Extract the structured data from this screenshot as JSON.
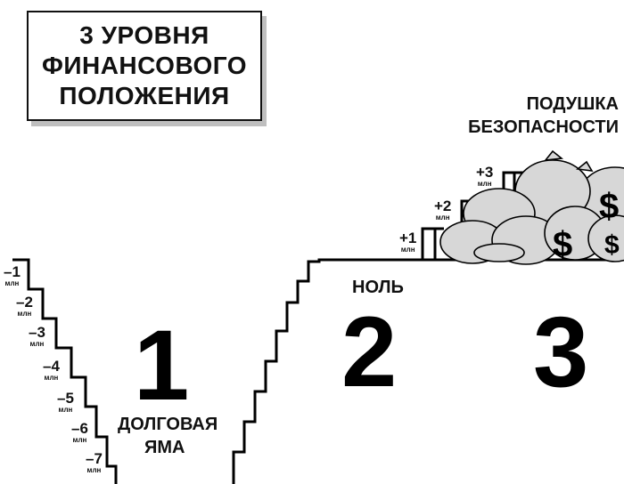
{
  "title": {
    "lines": [
      "3 УРОВНЯ",
      "ФИНАНСОВОГО",
      "ПОЛОЖЕНИЯ"
    ]
  },
  "levels": {
    "one": {
      "number": "1",
      "label_lines": [
        "ДОЛГОВАЯ",
        "ЯМА"
      ]
    },
    "two": {
      "number": "2",
      "label": "НОЛЬ"
    },
    "three": {
      "number": "3",
      "label_lines": [
        "ПОДУШКА",
        "БЕЗОПАСНОСТИ"
      ]
    }
  },
  "unit": "млн",
  "debt_steps": [
    "–1",
    "–2",
    "–3",
    "–4",
    "–5",
    "–6",
    "–7"
  ],
  "plus_steps": [
    "+1",
    "+2",
    "+3"
  ],
  "money_symbol": "$"
}
